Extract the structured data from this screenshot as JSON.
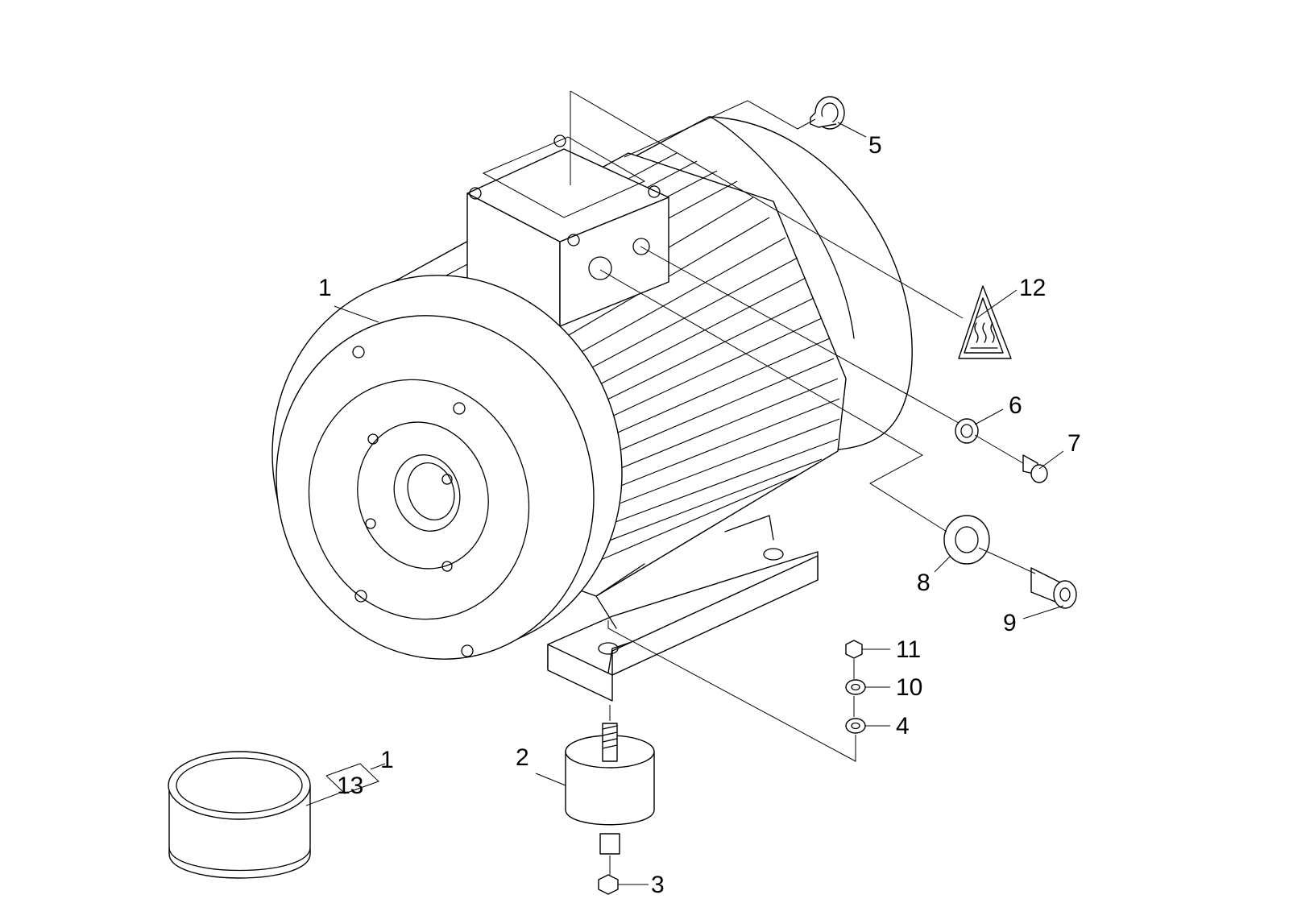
{
  "callouts": [
    {
      "id": "label-1",
      "text": "1"
    },
    {
      "id": "label-1b",
      "text": "1"
    },
    {
      "id": "label-2",
      "text": "2"
    },
    {
      "id": "label-3",
      "text": "3"
    },
    {
      "id": "label-4",
      "text": "4"
    },
    {
      "id": "label-5",
      "text": "5"
    },
    {
      "id": "label-6",
      "text": "6"
    },
    {
      "id": "label-7",
      "text": "7"
    },
    {
      "id": "label-8",
      "text": "8"
    },
    {
      "id": "label-9",
      "text": "9"
    },
    {
      "id": "label-10",
      "text": "10"
    },
    {
      "id": "label-11",
      "text": "11"
    },
    {
      "id": "label-12",
      "text": "12"
    },
    {
      "id": "label-13",
      "text": "13"
    }
  ],
  "icons": [
    "hot-surface-warning-icon"
  ]
}
